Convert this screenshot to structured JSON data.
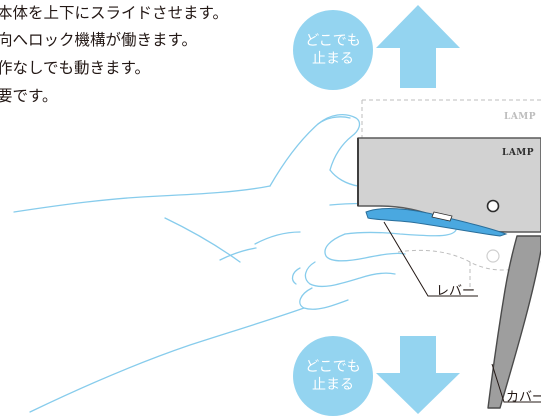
{
  "description": {
    "lines": [
      "本体を上下にスライドさせます。",
      "向へロック機構が働きます。",
      "作なしでも動きます。",
      "要です。"
    ]
  },
  "bubbles": {
    "top": {
      "line1": "どこでも",
      "line2": "止まる"
    },
    "bottom": {
      "line1": "どこでも",
      "line2": "止まる"
    }
  },
  "labels": {
    "lever": "レバー",
    "cover": "カバー"
  },
  "brand": {
    "text": "LAMP"
  },
  "colors": {
    "arrow": "#94d4f0",
    "bubble": "#94d4f0",
    "hand_outline": "#87ccec",
    "device_body": "#d2d2d2",
    "lever": "#4aa8e0",
    "cover": "#9e9e9e",
    "text": "#231815"
  },
  "icons": {
    "up_arrow": "arrow-up-icon",
    "down_arrow": "arrow-down-icon"
  }
}
